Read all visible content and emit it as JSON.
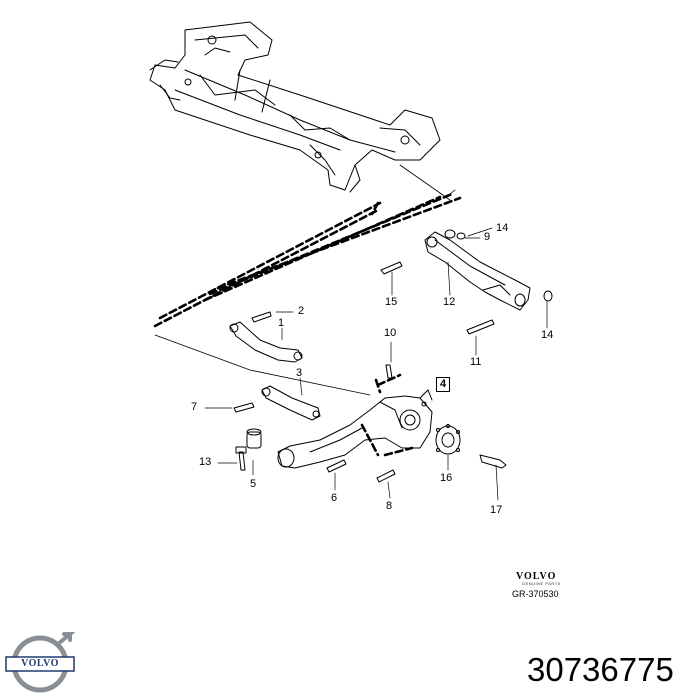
{
  "callouts": {
    "c1": "1",
    "c2": "2",
    "c3": "3",
    "c4": "4",
    "c5": "5",
    "c6": "6",
    "c7": "7",
    "c8": "8",
    "c9": "9",
    "c10": "10",
    "c11": "11",
    "c12": "12",
    "c13": "13",
    "c14a": "14",
    "c14b": "14",
    "c15": "15",
    "c16": "16",
    "c17": "17"
  },
  "brand": {
    "wordmark": "VOLVO",
    "subline": "GENUINE PARTS",
    "drawing_code": "GR-370530",
    "logo_text": "VOLVO"
  },
  "part_number": "30736775",
  "colors": {
    "line": "#000000",
    "logo_blue": "#1f3a6e",
    "logo_ring": "#8a8f96"
  }
}
